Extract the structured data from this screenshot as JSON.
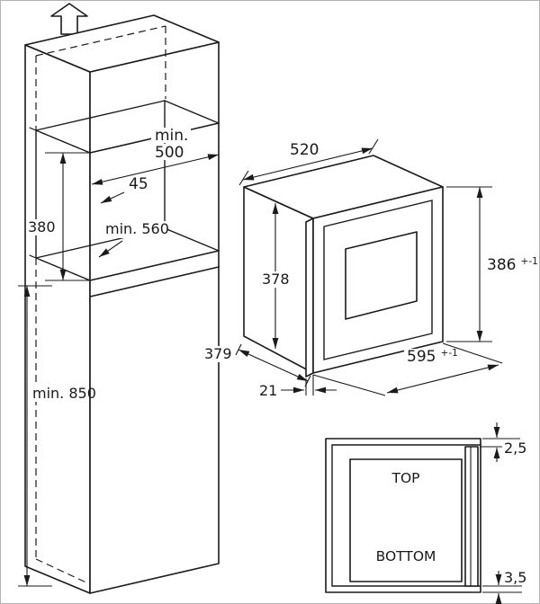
{
  "colors": {
    "line": "#1a1a1a",
    "background": "#ffffff",
    "border": "#b3b3b3"
  },
  "labels": {
    "cabinet": {
      "niche_width_prefix": "min.",
      "niche_width": "500",
      "top_gap": "45",
      "niche_height": "380",
      "niche_depth": "min. 560",
      "plinth_height": "min. 850"
    },
    "oven": {
      "body_width": "520",
      "body_height": "378",
      "body_depth": "379",
      "frame_overlap": "21",
      "frame_width": {
        "value": "595",
        "tolerance": "+-1"
      },
      "frame_height": {
        "value": "386",
        "tolerance": "+-1"
      }
    },
    "section": {
      "top_label": "TOP",
      "bottom_label": "BOTTOM",
      "gap_top": "2,5",
      "gap_bottom": "3,5"
    }
  }
}
